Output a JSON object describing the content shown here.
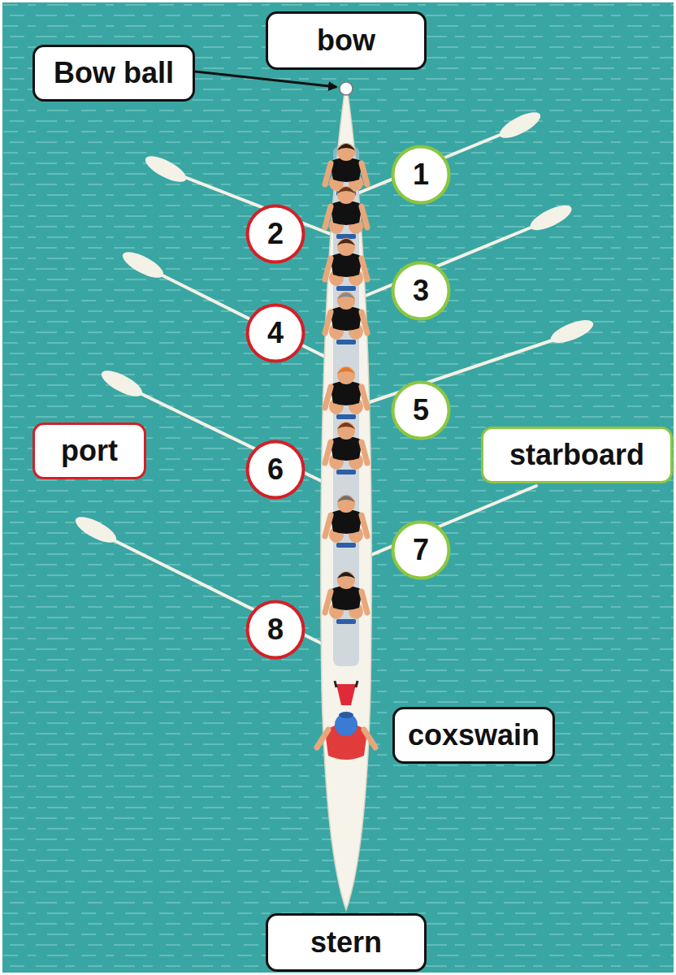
{
  "diagram": {
    "nodes": [
      {
        "text": [
          "bow"
        ]
      },
      {
        "text": [
          "Bow ball"
        ]
      },
      {
        "text": [
          "1"
        ]
      },
      {
        "text": [
          "2"
        ]
      },
      {
        "text": [
          "3"
        ]
      },
      {
        "text": [
          "4"
        ]
      },
      {
        "text": [
          "5"
        ]
      },
      {
        "text": [
          "port"
        ]
      },
      {
        "text": [
          "starboard"
        ]
      },
      {
        "text": [
          "6"
        ]
      },
      {
        "text": [
          "7"
        ]
      },
      {
        "text": [
          "8"
        ]
      },
      {
        "text": [
          "coxswain"
        ]
      },
      {
        "text": [
          "stern"
        ]
      }
    ]
  }
}
